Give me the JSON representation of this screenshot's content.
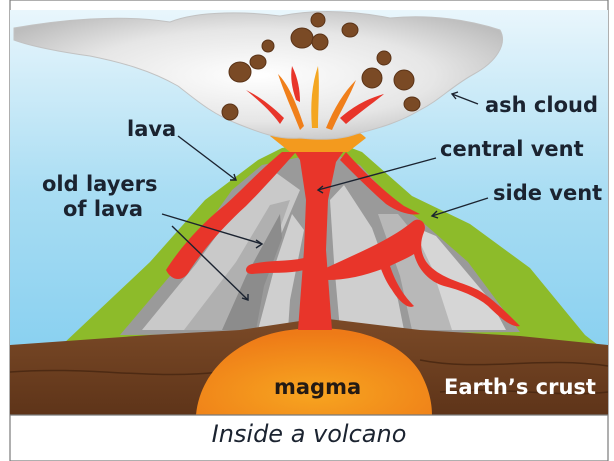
{
  "diagram": {
    "labels": {
      "ash_cloud": "ash cloud",
      "lava": "lava",
      "central_vent": "central vent",
      "old_layers_line1": "old layers",
      "old_layers_line2": "of lava",
      "side_vent": "side vent",
      "magma": "magma",
      "earths_crust": "Earth’s crust"
    },
    "caption": "Inside a volcano",
    "colors": {
      "sky": "#8fd3f0",
      "ash": "#d9d9d9",
      "rock": "#7a4a25",
      "lava": "#e8352a",
      "magma": "#f39a1e",
      "grass": "#8dbb2a",
      "crust": "#6b3e1f"
    }
  }
}
